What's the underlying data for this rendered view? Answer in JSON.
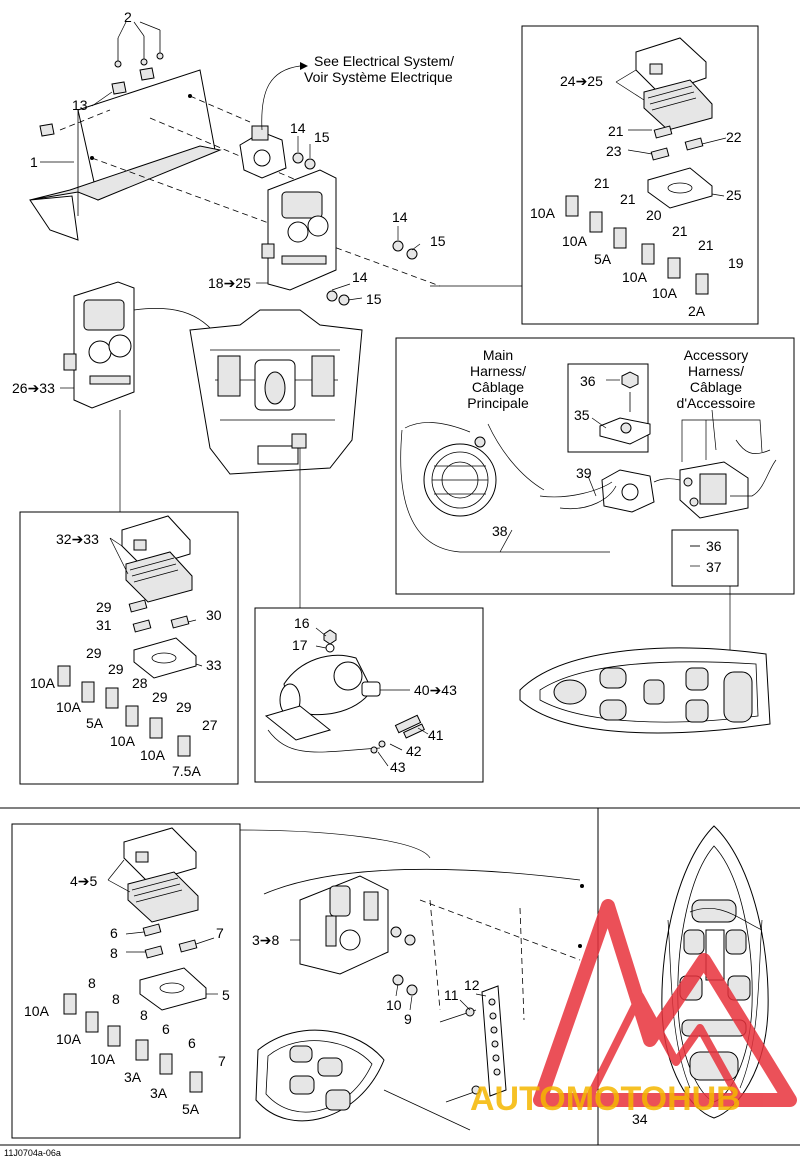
{
  "refs": {
    "see_electrical": "See Electrical System/",
    "voir_systeme": "Voir Système Electrique",
    "main_harness_1": "Main",
    "main_harness_2": "Harness/",
    "main_harness_3": "Câblage",
    "main_harness_4": "Principale",
    "acc_harness_1": "Accessory",
    "acc_harness_2": "Harness/",
    "acc_harness_3": "Câblage",
    "acc_harness_4": "d'Accessoire"
  },
  "parts": {
    "p1": "1",
    "p2": "2",
    "p13": "13",
    "p14a": "14",
    "p15a": "15",
    "p14b": "14",
    "p15b": "15",
    "p14c": "14",
    "p15c": "15",
    "p18_25": "18➔25",
    "p26_33": "26➔33",
    "p24_25": "24➔25",
    "p21a": "21",
    "p22": "22",
    "p23": "23",
    "p25": "25",
    "p21b": "21",
    "p10A_a": "10A",
    "p21c": "21",
    "p10A_b": "10A",
    "p20": "20",
    "p5A_a": "5A",
    "p21d": "21",
    "p10A_c": "10A",
    "p21e": "21",
    "p10A_d": "10A",
    "p19": "19",
    "p2A": "2A",
    "p36a": "36",
    "p35": "35",
    "p39": "39",
    "p38": "38",
    "p36b": "36",
    "p37": "37",
    "p32_33": "32➔33",
    "p29a": "29",
    "p30": "30",
    "p31": "31",
    "p33": "33",
    "p29b": "29",
    "p10A_e": "10A",
    "p29c": "29",
    "p10A_f": "10A",
    "p28": "28",
    "p5A_b": "5A",
    "p29d": "29",
    "p10A_g": "10A",
    "p29e": "29",
    "p10A_h": "10A",
    "p27": "27",
    "p7_5A": "7.5A",
    "p16": "16",
    "p17": "17",
    "p40_43": "40➔43",
    "p41": "41",
    "p42": "42",
    "p43": "43",
    "p4_5": "4➔5",
    "p6a": "6",
    "p7a": "7",
    "p8a": "8",
    "p5": "5",
    "p8b": "8",
    "p10A_i": "10A",
    "p8c": "8",
    "p10A_j": "10A",
    "p8d": "8",
    "p10A_k": "10A",
    "p6b": "6",
    "p3A_a": "3A",
    "p6c": "6",
    "p3A_b": "3A",
    "p7b": "7",
    "p5A_c": "5A",
    "p3_8": "3➔8",
    "p10": "10",
    "p9": "9",
    "p11": "11",
    "p12": "12",
    "p34": "34"
  },
  "caption": "11J0704a-06a",
  "watermark": {
    "text": "AUTOMOTOHUB",
    "color_red": "#e8323c",
    "color_yellow": "#f5b700"
  }
}
